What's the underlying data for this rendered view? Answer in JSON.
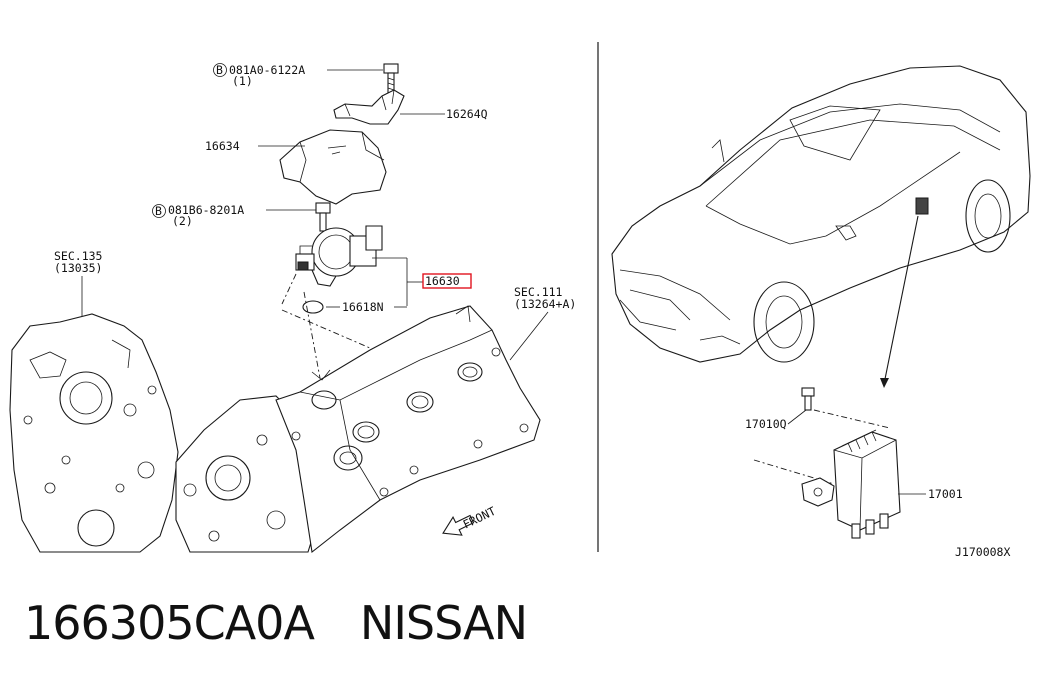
{
  "callouts": {
    "bolt_top_code": "081A0-6122A",
    "bolt_top_qty": "(1)",
    "bracket": "16264Q",
    "cover": "16634",
    "bolt_mid_code": "081B6-8201A",
    "bolt_mid_qty": "(2)",
    "pump_highlight": "16630",
    "oring": "16618N",
    "sec_135": "SEC.135",
    "sec_135_sub": "(13035)",
    "sec_111": "SEC.111",
    "sec_111_sub": "(13264+A)",
    "front_label": "FRONT",
    "bolt_right": "17010Q",
    "module": "17001",
    "diagram_code": "J170008X",
    "b_mark": "B"
  },
  "highlight_color": "#e0141e",
  "footer": {
    "part_number": "166305CA0A",
    "brand": "NISSAN"
  }
}
